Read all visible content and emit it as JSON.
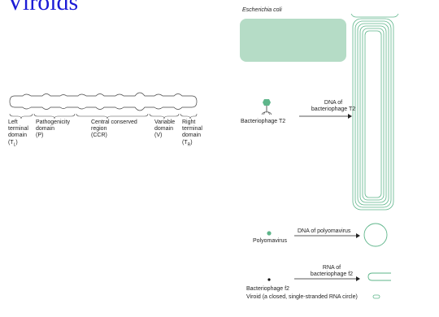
{
  "title": "Viroids",
  "viroid_domains": [
    {
      "line1": "Left",
      "line2": "terminal",
      "line3": "domain",
      "line4": "(T",
      "sub": "L",
      "close": ")"
    },
    {
      "line1": "Pathogenicity",
      "line2": "domain",
      "line3": "(P)"
    },
    {
      "line1": "Central conserved",
      "line2": "region",
      "line3": "(CCR)"
    },
    {
      "line1": "Variable",
      "line2": "domain",
      "line3": "(V)"
    },
    {
      "line1": "Right",
      "line2": "terminal",
      "line3": "domain",
      "line4": "(T",
      "sub": "R",
      "close": ")"
    }
  ],
  "ecoli_label": "Escherichia coli",
  "t2": {
    "name": "Bacteriophage T2",
    "arrow_line1": "DNA of",
    "arrow_line2": "bacteriophage T2"
  },
  "polyoma": {
    "name": "Polyomavirus",
    "arrow_label": "DNA of polyomavirus"
  },
  "f2": {
    "name": "Bacteriophage f2",
    "arrow_line1": "RNA of",
    "arrow_line2": "bacteriophage f2"
  },
  "viroid_caption": "Viroid (a closed, single-stranded RNA circle)",
  "colors": {
    "title": "#1c1cd6",
    "green": "#5eb58a",
    "green_fill": "#b5dcc6",
    "dark": "#222222"
  }
}
